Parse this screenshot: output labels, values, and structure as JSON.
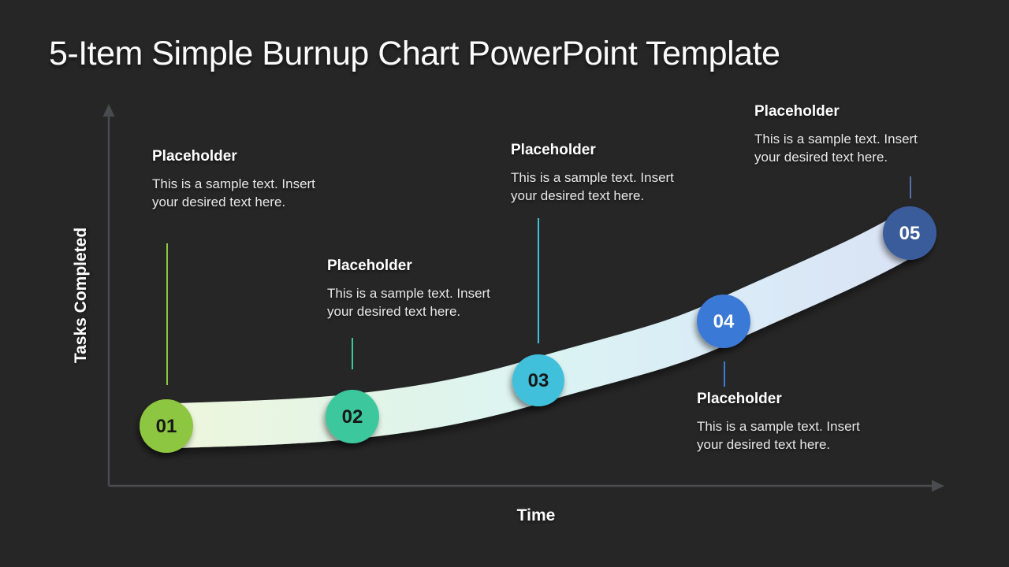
{
  "slide": {
    "title": "5-Item Simple Burnup Chart PowerPoint Template"
  },
  "axes": {
    "y_label": "Tasks Completed",
    "x_label": "Time"
  },
  "items": [
    {
      "number": "01",
      "title": "Placeholder",
      "body": "This is a sample text. Insert your desired text here.",
      "color": "#8dc63f",
      "number_color": "#171717"
    },
    {
      "number": "02",
      "title": "Placeholder",
      "body": "This is a sample text. Insert your desired text here.",
      "color": "#3dc79c",
      "number_color": "#171717"
    },
    {
      "number": "03",
      "title": "Placeholder",
      "body": "This is a sample text. Insert your desired text here.",
      "color": "#3fc0db",
      "number_color": "#171717"
    },
    {
      "number": "04",
      "title": "Placeholder",
      "body": "This is a sample text. Insert your desired text here.",
      "color": "#3a79d6",
      "number_color": "#ffffff"
    },
    {
      "number": "05",
      "title": "Placeholder",
      "body": "This is a sample text. Insert your desired text here.",
      "color": "#3a5c9b",
      "number_color": "#ffffff"
    }
  ],
  "connector_colors": {
    "item1": "#8dc63f",
    "item2": "#3dc79c",
    "item3": "#3fc0db",
    "item4": "#3e7bd6",
    "item5": "#5570ac"
  },
  "colors": {
    "background": "#262626",
    "axis": "#4a4b4f",
    "ribbon_start": "#f0f6db",
    "ribbon_mid": "#dbf3f3",
    "ribbon_end": "#d9e1f4",
    "title_text": "#fbfbfb",
    "body_text": "#e9e9e9"
  }
}
